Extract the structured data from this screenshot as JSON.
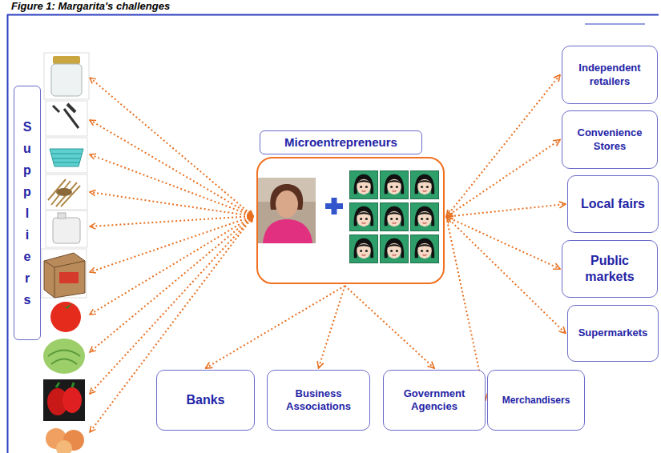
{
  "diagram": {
    "title": "Figure 1: Margarita's challenges",
    "nodes": [
      {
        "text": [
          "Suppliers"
        ]
      },
      {
        "text": [
          "Microentrepreneurs"
        ]
      },
      {
        "text": [
          "Independent retailers"
        ]
      },
      {
        "text": [
          "Convenience Stores"
        ]
      },
      {
        "text": [
          "Local fairs"
        ]
      },
      {
        "text": [
          "Public markets"
        ]
      },
      {
        "text": [
          "Supermarkets"
        ]
      },
      {
        "text": [
          "Banks"
        ]
      },
      {
        "text": [
          "Business Associations"
        ]
      },
      {
        "text": [
          "Government Agencies"
        ]
      },
      {
        "text": [
          "Merchandisers"
        ]
      }
    ],
    "edges": [
      {
        "from": 1,
        "to": 2,
        "arrow": "both"
      },
      {
        "from": 1,
        "to": 3,
        "arrow": "both"
      },
      {
        "from": 1,
        "to": 4,
        "arrow": "both"
      },
      {
        "from": 1,
        "to": 5,
        "arrow": "both"
      },
      {
        "from": 1,
        "to": 6,
        "arrow": "both"
      },
      {
        "from": 1,
        "to": 7,
        "arrow": "to"
      },
      {
        "from": 1,
        "to": 8,
        "arrow": "to"
      },
      {
        "from": 1,
        "to": 9,
        "arrow": "to"
      },
      {
        "from": 1,
        "to": 10,
        "arrow": "to"
      }
    ]
  }
}
